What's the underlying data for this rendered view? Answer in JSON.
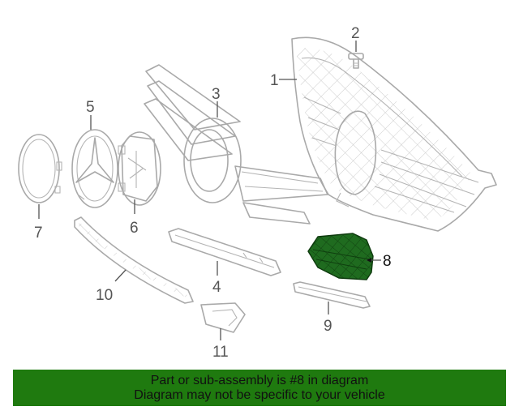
{
  "callouts": {
    "c1": "1",
    "c2": "2",
    "c3": "3",
    "c4": "4",
    "c5": "5",
    "c6": "6",
    "c7": "7",
    "c8": "8",
    "c9": "9",
    "c10": "10",
    "c11": "11"
  },
  "highlighted_part": "8",
  "banner": {
    "line1": "Part or sub-assembly is #8 in diagram",
    "line2": "Diagram may not be specific to your vehicle"
  },
  "colors": {
    "banner_bg": "#1f7a0f",
    "highlight_fill": "#1f6b1f",
    "part_stroke": "#a9a9a9"
  }
}
